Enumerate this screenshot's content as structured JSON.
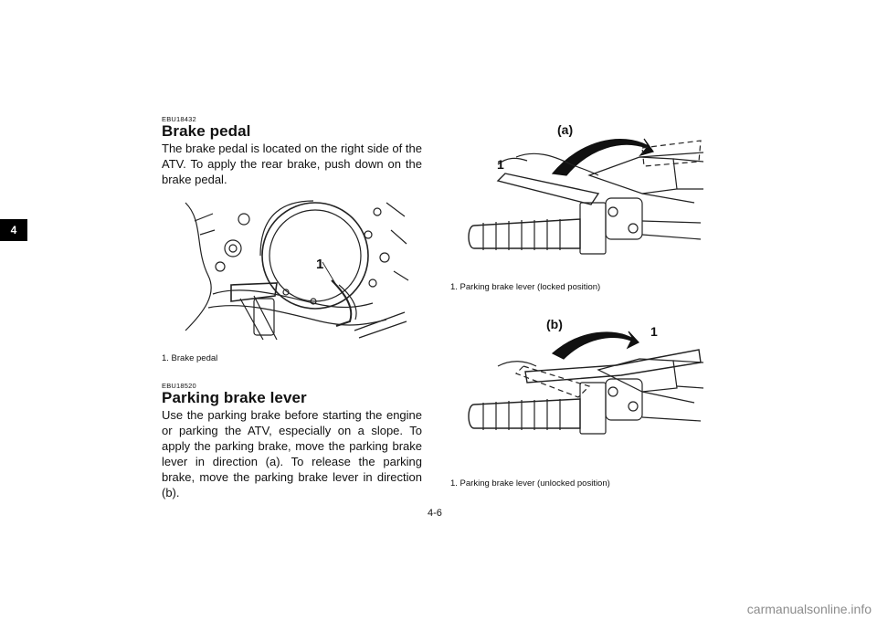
{
  "side_tab": "4",
  "left": {
    "section1": {
      "code": "EBU18432",
      "title": "Brake pedal",
      "body": "The brake pedal is located on the right side of the ATV. To apply the rear brake, push down on the brake pedal.",
      "callout": "1",
      "caption": "1. Brake pedal"
    },
    "section2": {
      "code": "EBU18520",
      "title": "Parking brake lever",
      "body": "Use the parking brake before starting the engine or parking the ATV, especially on a slope. To apply the parking brake, move the parking brake lever in direction (a). To release the parking brake, move the parking brake lever in direction (b)."
    }
  },
  "right": {
    "fig_a": {
      "direction_label": "(a)",
      "callout": "1",
      "caption": "1. Parking brake lever (locked position)"
    },
    "fig_b": {
      "direction_label": "(b)",
      "callout": "1",
      "caption": "1. Parking brake lever (unlocked position)"
    }
  },
  "page_number": "4-6",
  "watermark": "carmanualsonline.info"
}
